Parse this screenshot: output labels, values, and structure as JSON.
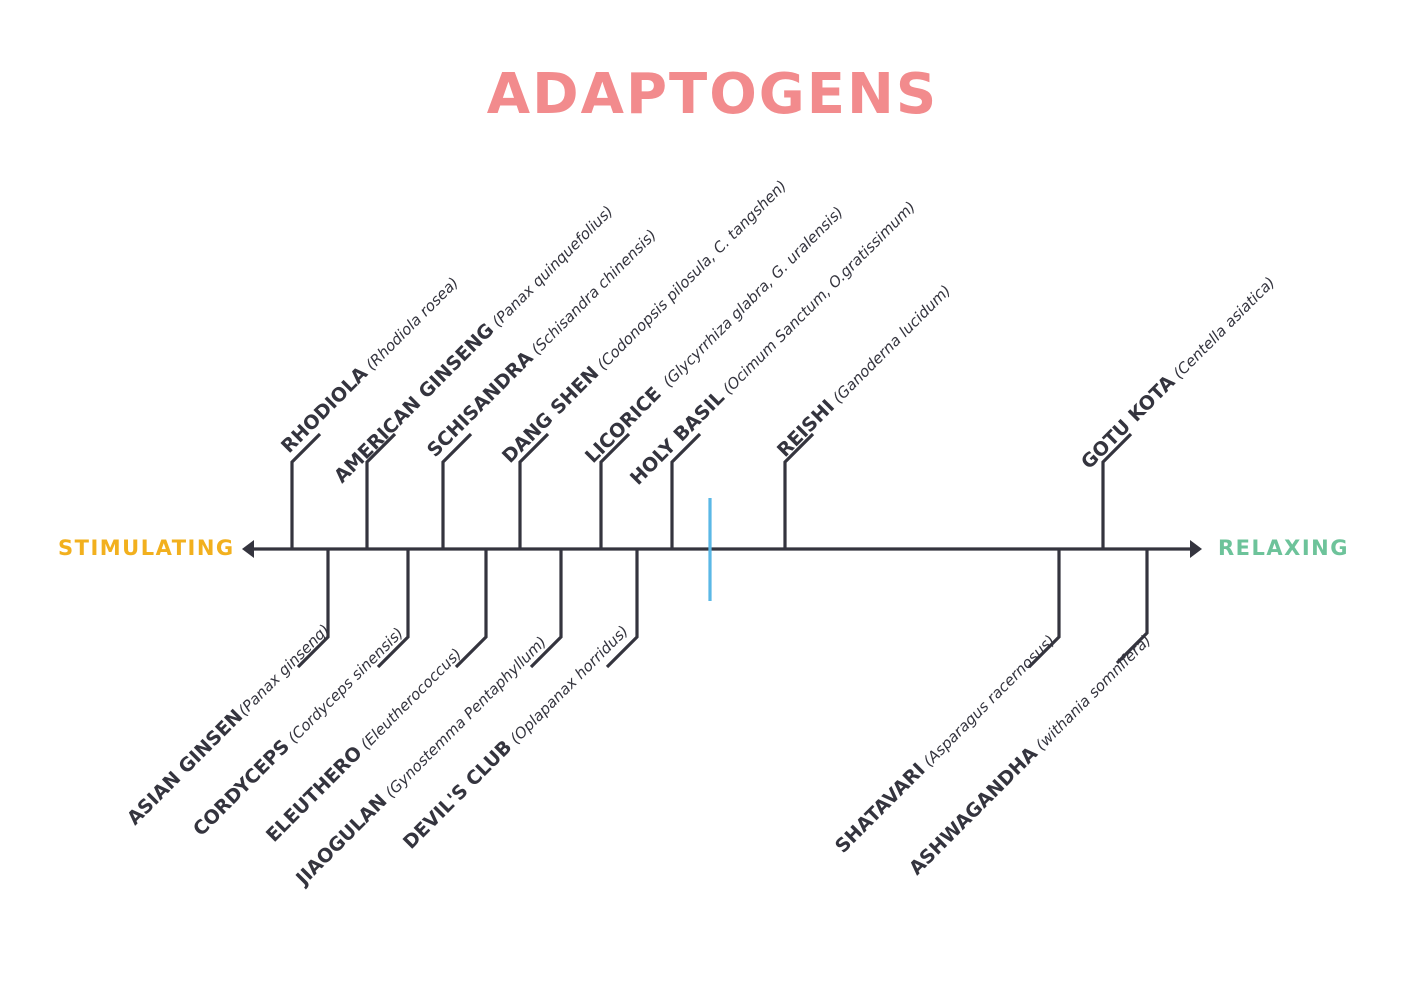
{
  "title": "ADAPTOGENS",
  "colors": {
    "title": "#F28B8D",
    "stimulating": "#F2B01E",
    "relaxing": "#6DC39A",
    "line": "#34343E",
    "midpoint": "#5BB8E6"
  },
  "axis": {
    "left_label": "STIMULATING",
    "right_label": "RELAXING"
  },
  "herbs_above": [
    {
      "name": "RHODIOLA",
      "scientific": "(Rhodiola rosea)"
    },
    {
      "name": "AMERICAN GINSENG",
      "scientific": "(Panax quinquefolius)"
    },
    {
      "name": "SCHISANDRA",
      "scientific": "(Schisandra chinensis)"
    },
    {
      "name": "DANG SHEN",
      "scientific": "(Codonopsis pilosula, C. tangshen)"
    },
    {
      "name": "LICORICE",
      "scientific": " (Glycyrrhiza glabra, G. uralensis)"
    },
    {
      "name": "HOLY BASIL",
      "scientific": "(Ocimum Sanctum, O.gratissimum)"
    },
    {
      "name": "REISHI",
      "scientific": "(Ganoderna lucidum)"
    },
    {
      "name": "GOTU KOTA",
      "scientific": "(Centella asiatica)"
    }
  ],
  "herbs_below": [
    {
      "name": "ASIAN GINSEN",
      "scientific": "(Panax ginseng)"
    },
    {
      "name": "CORDYCEPS",
      "scientific": "(Cordyceps sinensis)"
    },
    {
      "name": "ELEUTHERO",
      "scientific": "(Eleutherococcus)"
    },
    {
      "name": "JIAOGULAN",
      "scientific": "(Gynostemma Pentaphyllum)"
    },
    {
      "name": "DEVIL'S CLUB",
      "scientific": "(Oplapanax horridus)"
    },
    {
      "name": "SHATAVARI",
      "scientific": "(Asparagus racernosus)"
    },
    {
      "name": "ASHWAGANDHA",
      "scientific": "(withania somnifera)"
    }
  ]
}
